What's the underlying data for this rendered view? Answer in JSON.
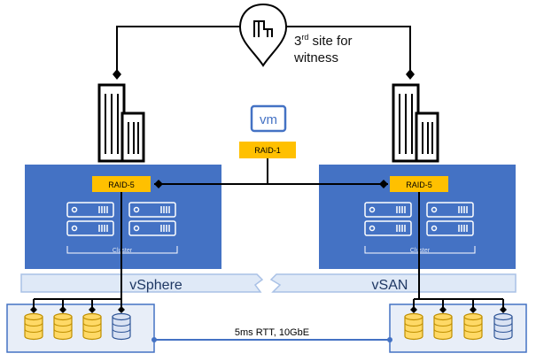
{
  "witness": {
    "label_prefix": "3",
    "label_sup": "rd",
    "label_line1_rest": " site for",
    "label_line2": "witness",
    "icon": "map-pin-icon"
  },
  "vm": {
    "label": "vm",
    "icon": "vm-icon"
  },
  "raid": {
    "center": "RAID-1",
    "left": "RAID-5",
    "right": "RAID-5"
  },
  "clusters": {
    "left_label": "Cluster",
    "right_label": "Cluster"
  },
  "band": {
    "left_label": "vSphere",
    "right_label": "vSAN"
  },
  "link": {
    "label": "5ms RTT, 10GbE"
  },
  "colors": {
    "cluster_fill": "#4472c4",
    "raid_fill": "#ffc000",
    "disk_fill": "#ffd966",
    "disk_alt_fill": "#d9e2f3",
    "band_fill": "#dfe9f7",
    "storage_fill": "#e8eef8",
    "link_color": "#4472c4"
  },
  "icons": [
    "map-pin-icon",
    "building-icon",
    "vm-icon",
    "server-icon",
    "disk-icon"
  ]
}
